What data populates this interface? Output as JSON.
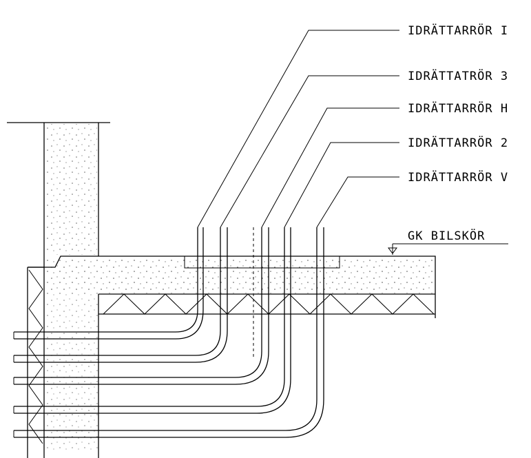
{
  "labels": {
    "pipe1": "IDRÄTTARRÖR I",
    "pipe2": "IDRÄTTATRÖR 3",
    "pipe3": "IDRÄTTARRÖR H",
    "pipe4": "IDRÄTTARRÖR 2",
    "pipe5": "IDRÄTTARRÖR V",
    "level": "GK BILSKÖR"
  }
}
